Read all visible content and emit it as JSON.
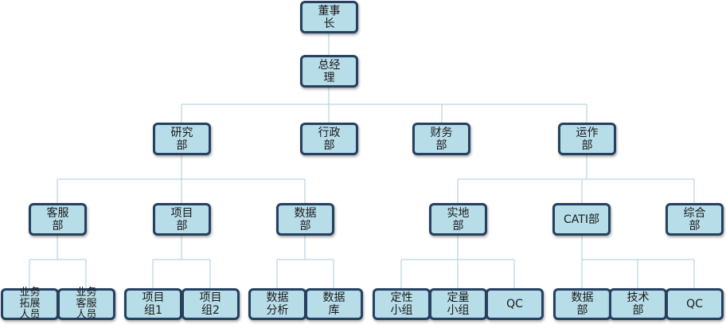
{
  "colors": {
    "box_fill": "#b7dde8",
    "box_border": "#254061",
    "connector": "#a9cdd9"
  },
  "nodes": {
    "chairman": "董事\n长",
    "gm": "总经\n理",
    "research": "研究\n部",
    "admin": "行政\n部",
    "finance": "财务\n部",
    "operations": "运作\n部",
    "customer_service": "客服\n部",
    "project": "项目\n部",
    "data": "数据\n部",
    "field": "实地\n部",
    "cati": "CATI部",
    "general": "综合\n部",
    "biz_dev": "业务\n拓展\n人员",
    "cs_staff": "业务\n客服\n人员",
    "project_group_1": "项目\n组1",
    "project_group_2": "项目\n组2",
    "data_analysis": "数据\n分析",
    "database": "数据\n库",
    "qualitative": "定性\n小组",
    "quantitative": "定量\n小组",
    "qc_field": "QC",
    "cati_data": "数据\n部",
    "tech": "技术\n部",
    "qc_cati": "QC"
  }
}
